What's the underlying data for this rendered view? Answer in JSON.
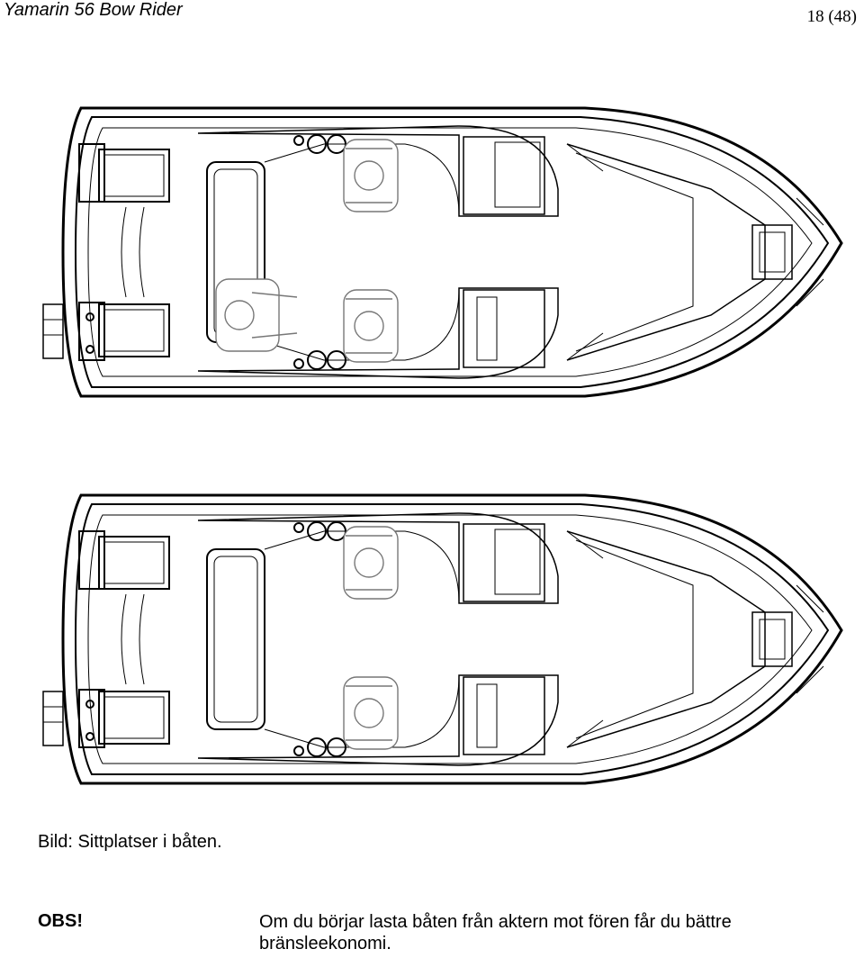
{
  "header": {
    "title": "Yamarin 56 Bow Rider",
    "page": "18 (48)"
  },
  "figure": {
    "caption": "Bild: Sittplatser i båten."
  },
  "note": {
    "label": "OBS!",
    "text": "Om du börjar lasta båten från aktern mot fören får du bättre bränsleekonomi."
  }
}
